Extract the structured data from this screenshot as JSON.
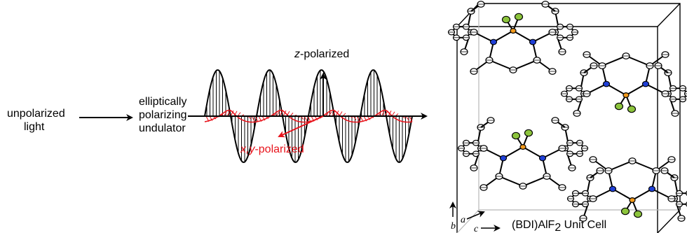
{
  "labels": {
    "source_line1": "unpolarized",
    "source_line2": "light",
    "device_line1": "elliptically",
    "device_line2": "polarizing",
    "device_line3": "undulator",
    "z_prefix": "z",
    "z_suffix": "-polarized",
    "xy_prefix": "x,y",
    "xy_suffix": "-polarized",
    "cell_prefix": "(BDI)AlF",
    "cell_subscript": "2",
    "cell_suffix": " Unit Cell"
  },
  "axes": {
    "a": "a",
    "b": "b",
    "c": "c"
  },
  "colors": {
    "red": "#e8141c",
    "nitrogen": "#1f3fd6",
    "aluminum": "#f29a1c",
    "fluorine": "#8cc43c",
    "box_gray": "#b8b8b8"
  }
}
